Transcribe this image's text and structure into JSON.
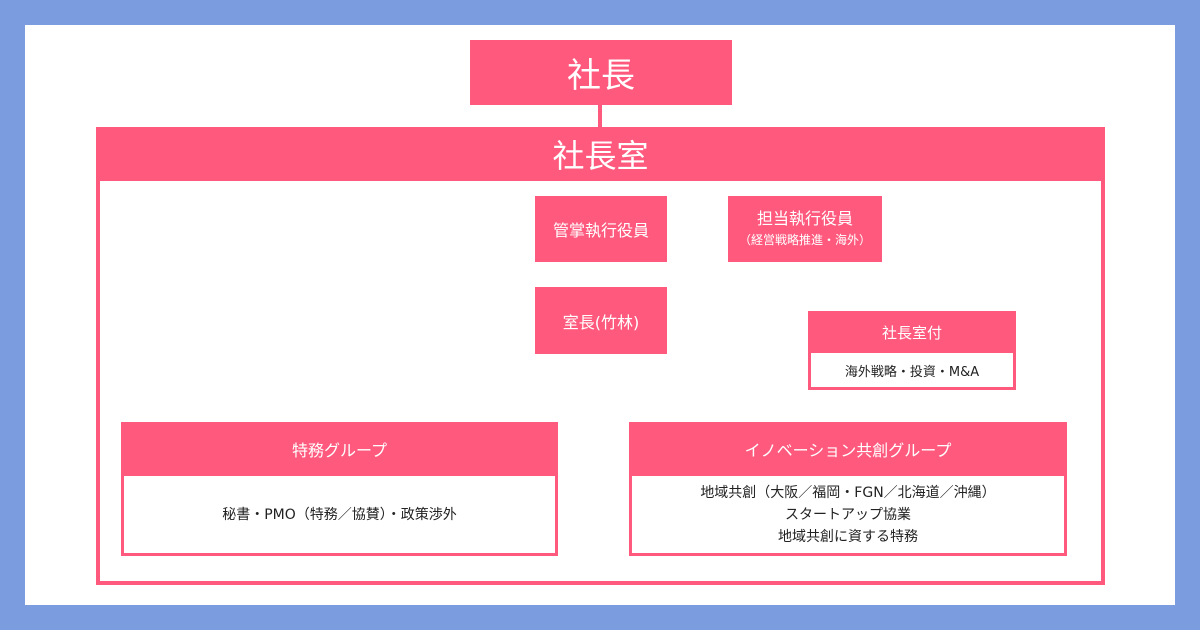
{
  "president": "社長",
  "office": "社長室",
  "executive_managing": "管掌執行役員",
  "executive_in_charge": {
    "title": "担当執行役員",
    "scope": "（経営戦略推進・海外）"
  },
  "chief": "室長(竹林)",
  "attached": {
    "title": "社長室付",
    "duties": "海外戦略・投資・M&A"
  },
  "groups": [
    {
      "title": "特務グループ",
      "lines": [
        "秘書・PMO（特務／協賛）・政策渉外"
      ]
    },
    {
      "title": "イノベーション共創グループ",
      "lines": [
        "地域共創（大阪／福岡・FGN／北海道／沖縄）",
        "スタートアップ協業",
        "地域共創に資する特務"
      ]
    }
  ],
  "colors": {
    "accent": "#ff5a7e",
    "background": "#7b9de0",
    "panel": "#ffffff"
  }
}
